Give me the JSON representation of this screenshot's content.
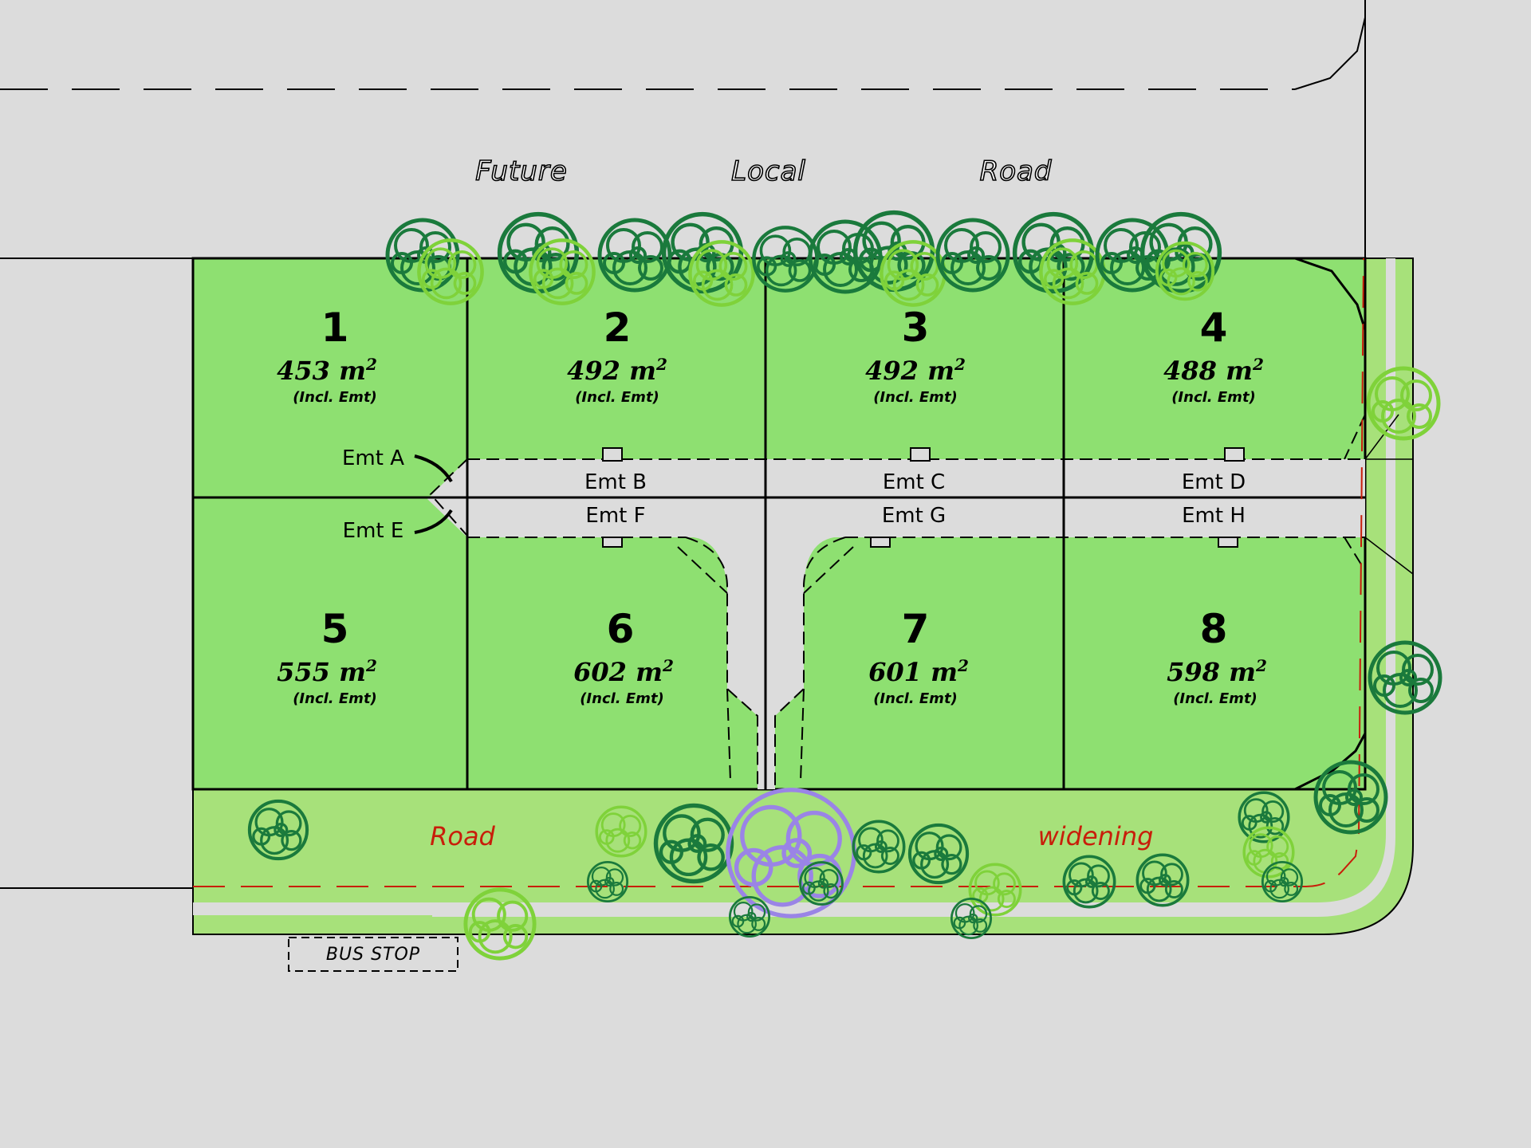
{
  "road_label": {
    "words": [
      "Future",
      "Local",
      "Road"
    ]
  },
  "road_widening": {
    "words": [
      "Road",
      "widening"
    ]
  },
  "bus_stop": {
    "label": "BUS  STOP"
  },
  "lots": [
    {
      "number": "1",
      "area": "453",
      "unit": "m",
      "unit_sup": "2",
      "note": "(Incl. Emt)"
    },
    {
      "number": "2",
      "area": "492",
      "unit": "m",
      "unit_sup": "2",
      "note": "(Incl. Emt)"
    },
    {
      "number": "3",
      "area": "492",
      "unit": "m",
      "unit_sup": "2",
      "note": "(Incl. Emt)"
    },
    {
      "number": "4",
      "area": "488",
      "unit": "m",
      "unit_sup": "2",
      "note": "(Incl. Emt)"
    },
    {
      "number": "5",
      "area": "555",
      "unit": "m",
      "unit_sup": "2",
      "note": "(Incl. Emt)"
    },
    {
      "number": "6",
      "area": "602",
      "unit": "m",
      "unit_sup": "2",
      "note": "(Incl. Emt)"
    },
    {
      "number": "7",
      "area": "601",
      "unit": "m",
      "unit_sup": "2",
      "note": "(Incl. Emt)"
    },
    {
      "number": "8",
      "area": "598",
      "unit": "m",
      "unit_sup": "2",
      "note": "(Incl. Emt)"
    }
  ],
  "easements": [
    "Emt A",
    "Emt B",
    "Emt C",
    "Emt D",
    "Emt E",
    "Emt F",
    "Emt G",
    "Emt H"
  ],
  "colors": {
    "background": "#dcdcdc",
    "lot_fill": "#8ee071",
    "verge_fill": "#a7e17a",
    "tree_dark": "#1a7a3c",
    "tree_light": "#8fe33c",
    "tree_purple": "#9a84e6",
    "widening_line": "#c81e0a"
  }
}
